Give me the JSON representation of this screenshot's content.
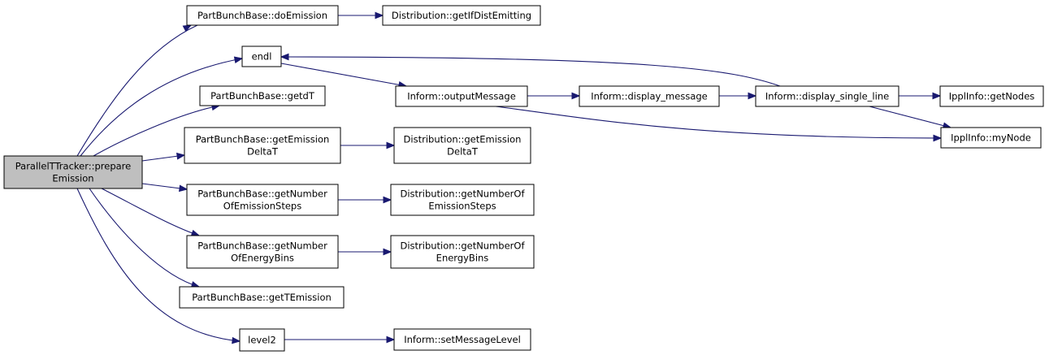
{
  "diagram": {
    "colors": {
      "root_fill": "#bfbfbf",
      "node_fill": "#ffffff",
      "node_stroke": "#000000",
      "edge": "#191970"
    },
    "nodes": [
      {
        "id": "root",
        "lines": [
          "ParallelTTracker::prepare",
          "Emission"
        ]
      },
      {
        "id": "doEmission",
        "lines": [
          "PartBunchBase::doEmission"
        ]
      },
      {
        "id": "getIfDistEmitting",
        "lines": [
          "Distribution::getIfDistEmitting"
        ]
      },
      {
        "id": "endl",
        "lines": [
          "endl"
        ]
      },
      {
        "id": "getdT",
        "lines": [
          "PartBunchBase::getdT"
        ]
      },
      {
        "id": "pbGetEmissionDeltaT",
        "lines": [
          "PartBunchBase::getEmission",
          "DeltaT"
        ]
      },
      {
        "id": "distGetEmissionDeltaT",
        "lines": [
          "Distribution::getEmission",
          "DeltaT"
        ]
      },
      {
        "id": "pbGetNumEmSteps",
        "lines": [
          "PartBunchBase::getNumber",
          "OfEmissionSteps"
        ]
      },
      {
        "id": "distGetNumEmSteps",
        "lines": [
          "Distribution::getNumberOf",
          "EmissionSteps"
        ]
      },
      {
        "id": "pbGetNumEnergyBins",
        "lines": [
          "PartBunchBase::getNumber",
          "OfEnergyBins"
        ]
      },
      {
        "id": "distGetNumEnergyBins",
        "lines": [
          "Distribution::getNumberOf",
          "EnergyBins"
        ]
      },
      {
        "id": "getTEmission",
        "lines": [
          "PartBunchBase::getTEmission"
        ]
      },
      {
        "id": "level2",
        "lines": [
          "level2"
        ]
      },
      {
        "id": "setMessageLevel",
        "lines": [
          "Inform::setMessageLevel"
        ]
      },
      {
        "id": "outputMessage",
        "lines": [
          "Inform::outputMessage"
        ]
      },
      {
        "id": "displayMessage",
        "lines": [
          "Inform::display_message"
        ]
      },
      {
        "id": "displaySingleLine",
        "lines": [
          "Inform::display_single_line"
        ]
      },
      {
        "id": "getNodes",
        "lines": [
          "IpplInfo::getNodes"
        ]
      },
      {
        "id": "myNode",
        "lines": [
          "IpplInfo::myNode"
        ]
      }
    ],
    "edges": [
      {
        "from": "root",
        "to": "doEmission"
      },
      {
        "from": "root",
        "to": "endl"
      },
      {
        "from": "root",
        "to": "getdT"
      },
      {
        "from": "root",
        "to": "pbGetEmissionDeltaT"
      },
      {
        "from": "root",
        "to": "pbGetNumEmSteps"
      },
      {
        "from": "root",
        "to": "pbGetNumEnergyBins"
      },
      {
        "from": "root",
        "to": "getTEmission"
      },
      {
        "from": "root",
        "to": "level2"
      },
      {
        "from": "doEmission",
        "to": "getIfDistEmitting"
      },
      {
        "from": "endl",
        "to": "outputMessage"
      },
      {
        "from": "outputMessage",
        "to": "displayMessage"
      },
      {
        "from": "outputMessage",
        "to": "myNode"
      },
      {
        "from": "displayMessage",
        "to": "displaySingleLine"
      },
      {
        "from": "displaySingleLine",
        "to": "endl"
      },
      {
        "from": "displaySingleLine",
        "to": "getNodes"
      },
      {
        "from": "displaySingleLine",
        "to": "myNode"
      },
      {
        "from": "pbGetEmissionDeltaT",
        "to": "distGetEmissionDeltaT"
      },
      {
        "from": "pbGetNumEmSteps",
        "to": "distGetNumEmSteps"
      },
      {
        "from": "pbGetNumEnergyBins",
        "to": "distGetNumEnergyBins"
      },
      {
        "from": "level2",
        "to": "setMessageLevel"
      }
    ]
  }
}
